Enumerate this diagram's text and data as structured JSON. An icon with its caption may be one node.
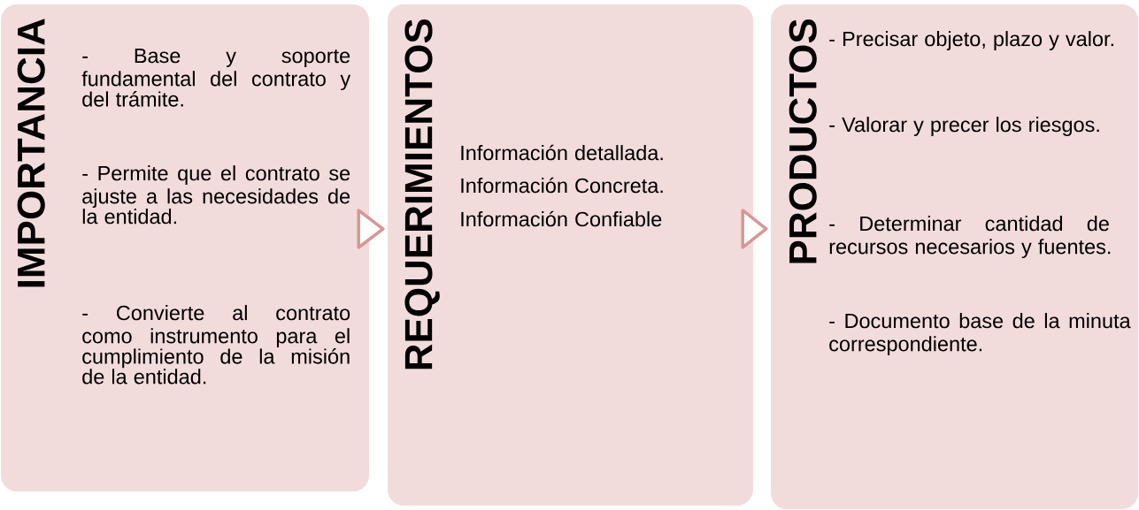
{
  "diagram": {
    "nodes": [
      {
        "text": [
          "IMPORTANCIA",
          "- Base y soporte fundamental del contrato y del trámite.",
          "- Permite que el contrato se ajuste a las necesidades de la entidad.",
          "- Convierte al contrato como instrumento para el cumplimiento de la misión de la entidad."
        ]
      },
      {
        "text": [
          "REQUERIMIENTOS",
          "Información detallada.",
          "Información Concreta.",
          "Información Confiable"
        ]
      },
      {
        "text": [
          "PRODUCTOS",
          "- Precisar objeto, plazo y valor.",
          "- Valorar y precer los riesgos.",
          "- Determinar cantidad de recursos necesarios y fuentes.",
          "- Documento base de la minuta correspondiente."
        ]
      }
    ],
    "edges": [
      {
        "from": 0,
        "to": 1,
        "arrow": "to"
      },
      {
        "from": 1,
        "to": 2,
        "arrow": "to"
      }
    ]
  }
}
